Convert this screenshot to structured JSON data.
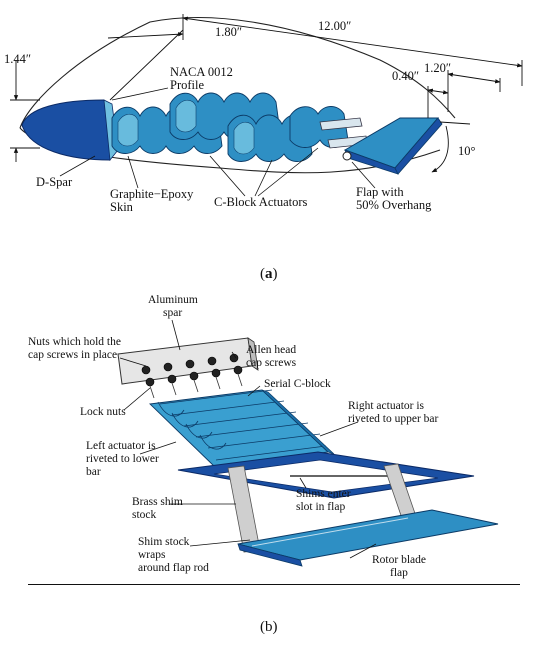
{
  "figure_a": {
    "dimensions": {
      "chord": "12.00″",
      "dspar_width": "1.80″",
      "thickness": "1.44″",
      "flap_chord": "1.20″",
      "overhang": "0.40″",
      "deflection": "10°"
    },
    "labels": {
      "profile_line1": "NACA 0012",
      "profile_line2": "Profile",
      "dspar": "D-Spar",
      "skin_line1": "Graphite−Epoxy",
      "skin_line2": "Skin",
      "actuators": "C-Block Actuators",
      "flap_line1": "Flap with",
      "flap_line2": "50% Overhang"
    },
    "caption_open": "(",
    "caption_letter": "a",
    "caption_close": ")",
    "colors": {
      "blue_dark": "#1a4fa3",
      "blue_mid": "#2e8fc4",
      "blue_light": "#6fc0e0"
    }
  },
  "figure_b": {
    "labels": {
      "spar_line1": "Aluminum",
      "spar_line2": "spar",
      "nuts_line1": "Nuts which hold the",
      "nuts_line2": "cap screws in place",
      "allen_line1": "Allen head",
      "allen_line2": "cap screws",
      "serial": "Serial C-block",
      "lock": "Lock nuts",
      "right_line1": "Right actuator is",
      "right_line2": "riveted to upper bar",
      "left_line1": "Left actuator is",
      "left_line2": "riveted to lower",
      "left_line3": "bar",
      "shims_line1": "Shims enter",
      "shims_line2": "slot in flap",
      "brass_line1": "Brass shim",
      "brass_line2": "stock",
      "wraps_line1": "Shim stock",
      "wraps_line2": "wraps",
      "wraps_line3": "around flap rod",
      "rotor_line1": "Rotor blade",
      "rotor_line2": "flap"
    },
    "caption": "(b)"
  }
}
